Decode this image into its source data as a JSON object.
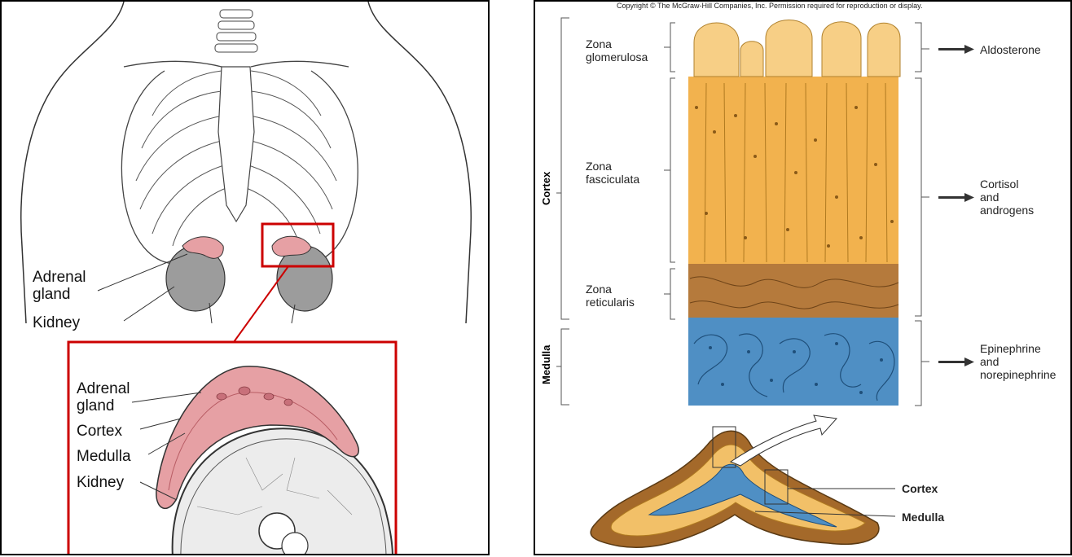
{
  "left_panel": {
    "labels": {
      "adrenal_gland": "Adrenal\ngland",
      "kidney": "Kidney",
      "inset_adrenal_gland": "Adrenal\ngland",
      "inset_cortex": "Cortex",
      "inset_medulla": "Medulla",
      "inset_kidney": "Kidney"
    },
    "colors": {
      "gland": "#e6a0a4",
      "inset_frame": "#cc0000",
      "kidney": "#9c9c9c"
    }
  },
  "right_panel": {
    "copyright": "Copyright © The McGraw-Hill Companies, Inc. Permission required for reproduction or display.",
    "regions": {
      "cortex": "Cortex",
      "medulla": "Medulla"
    },
    "zones": {
      "glomerulosa": "Zona\nglomerulosa",
      "fasciculata": "Zona\nfasciculata",
      "reticularis": "Zona\nreticularis"
    },
    "hormones": {
      "aldosterone": "Aldosterone",
      "cortisol": "Cortisol\nand\nandrogens",
      "epinephrine": "Epinephrine\nand\nnorepinephrine"
    },
    "bottom_labels": {
      "cortex": "Cortex",
      "medulla": "Medulla"
    },
    "colors": {
      "fasciculata": "#f2b24e",
      "glomerulosa": "#f7cf86",
      "reticularis": "#b57a3c",
      "medulla": "#4f8fc4"
    }
  }
}
